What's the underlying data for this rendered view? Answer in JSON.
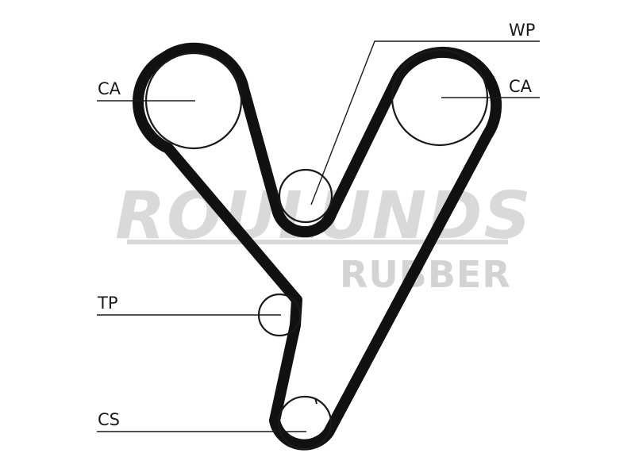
{
  "watermark": {
    "brand": "ROULUNDS",
    "sub": "RUBBER"
  },
  "labels": {
    "ca_left": "CA",
    "wp": "WP",
    "ca_right": "CA",
    "tp": "TP",
    "cs": "CS"
  },
  "pulleys": [
    {
      "id": "ca-left",
      "name": "camshaft-pulley-left"
    },
    {
      "id": "ca-right",
      "name": "camshaft-pulley-right"
    },
    {
      "id": "wp",
      "name": "water-pump-pulley"
    },
    {
      "id": "tp",
      "name": "tensioner-pulley"
    },
    {
      "id": "cs",
      "name": "crankshaft-pulley"
    }
  ],
  "colors": {
    "belt": "#111111",
    "line": "#1a1a1a",
    "watermark": "#d9d9d9"
  }
}
